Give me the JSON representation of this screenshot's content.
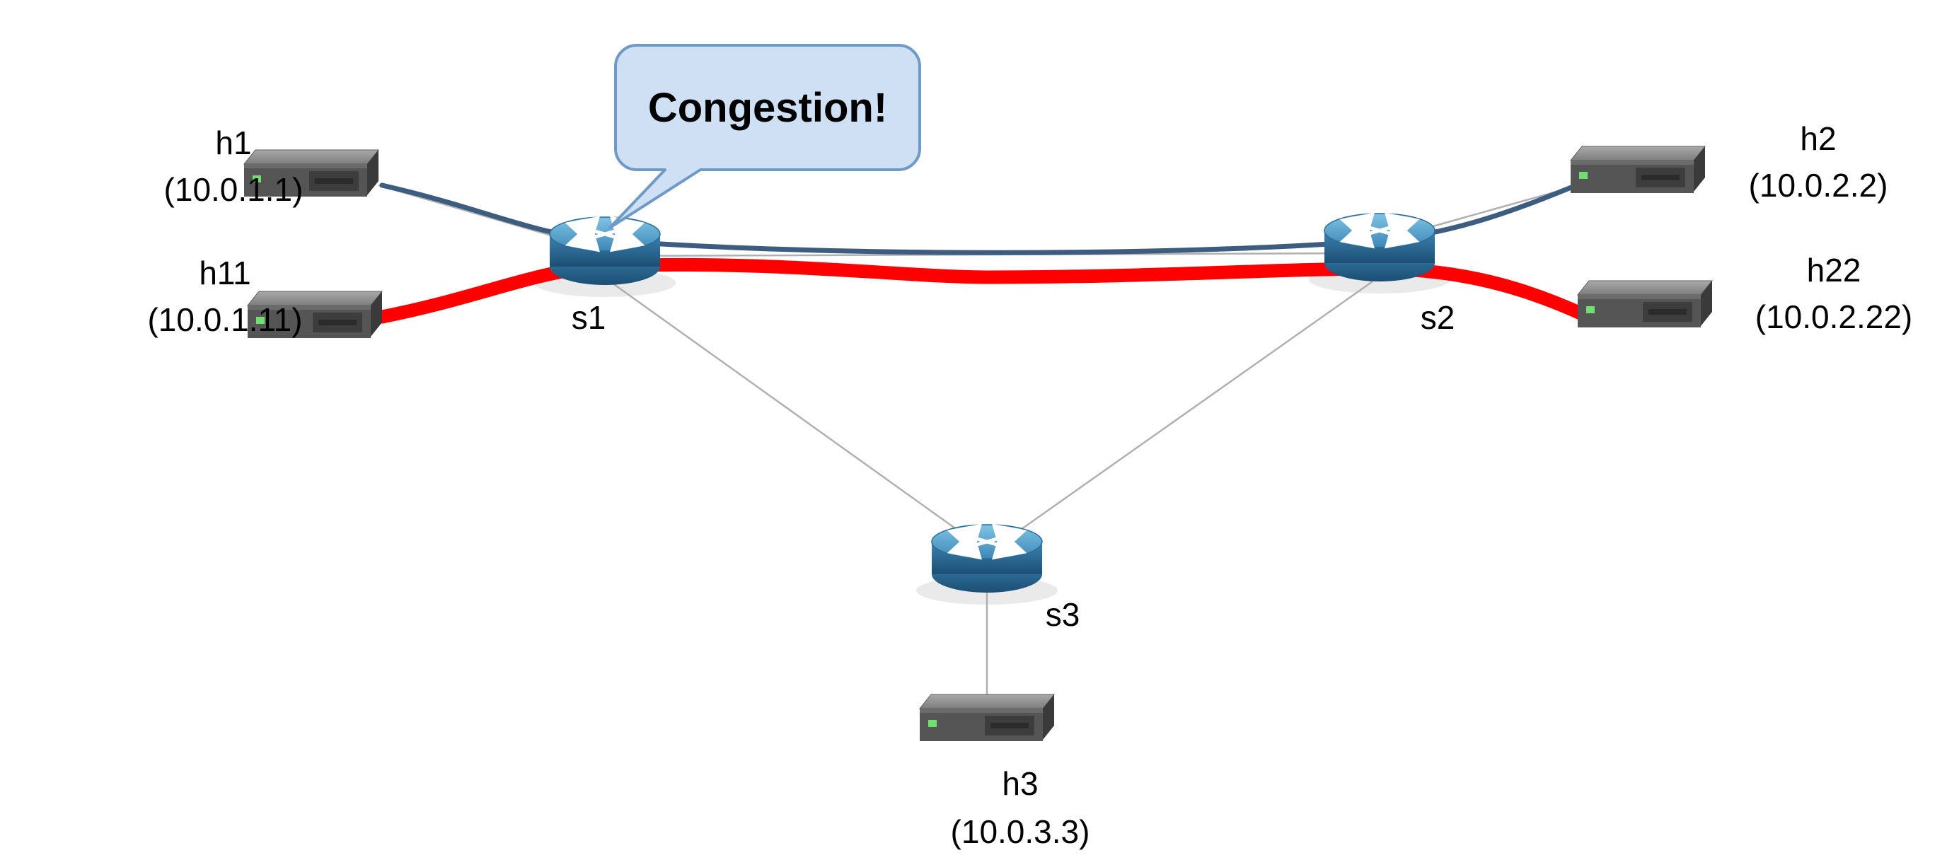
{
  "diagram": {
    "type": "network-topology",
    "callout": {
      "text": "Congestion!",
      "text_color": "#dd0000",
      "fill": "#cfe0f5",
      "border": "#6d9ac7",
      "points_at": "s1"
    },
    "hosts": [
      {
        "id": "h1",
        "name": "h1",
        "ip": "(10.0.1.1)"
      },
      {
        "id": "h11",
        "name": "h11",
        "ip": "(10.0.1.11)"
      },
      {
        "id": "h2",
        "name": "h2",
        "ip": "(10.0.2.2)"
      },
      {
        "id": "h22",
        "name": "h22",
        "ip": "(10.0.2.22)"
      },
      {
        "id": "h3",
        "name": "h3",
        "ip": "(10.0.3.3)"
      }
    ],
    "switches": [
      {
        "id": "s1",
        "label": "s1"
      },
      {
        "id": "s2",
        "label": "s2"
      },
      {
        "id": "s3",
        "label": "s3"
      }
    ],
    "links": [
      {
        "from": "h1",
        "to": "s1"
      },
      {
        "from": "h11",
        "to": "s1"
      },
      {
        "from": "s1",
        "to": "s2"
      },
      {
        "from": "s1",
        "to": "s3"
      },
      {
        "from": "s2",
        "to": "s3"
      },
      {
        "from": "s2",
        "to": "h2"
      },
      {
        "from": "s2",
        "to": "h22"
      },
      {
        "from": "s3",
        "to": "h3"
      }
    ],
    "flows": [
      {
        "name": "normal-flow",
        "route": "h1-s1-s2-h2",
        "color": "#3c5d80"
      },
      {
        "name": "congested-flow",
        "route": "h11-s1-s2-h22",
        "color": "#ff0000"
      }
    ]
  }
}
